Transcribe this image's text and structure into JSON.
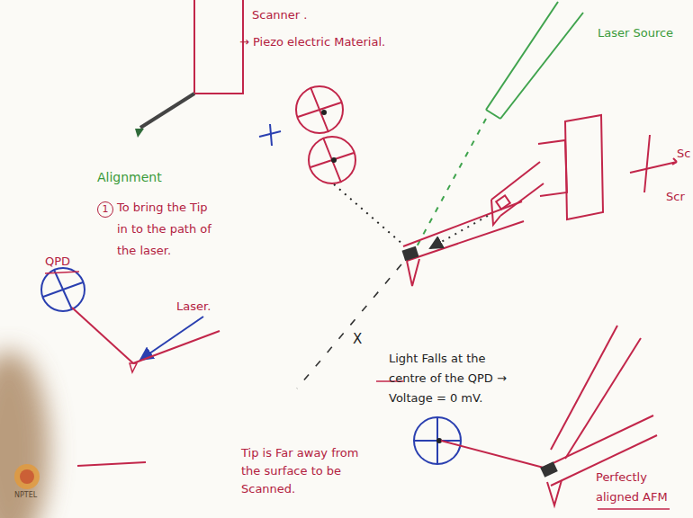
{
  "diagram": {
    "labels": [
      "Scanner .",
      "→ Piezo electric Material.",
      "Laser Source",
      "Sc",
      "Scr",
      "Alignment",
      "1",
      "To bring the Tip in to the path of the laser.",
      "QPD",
      "Laser.",
      "X",
      "Light Falls at the centre of the QPD → Voltage = 0 mV.",
      "Tip is Far away from the surface to be Scanned.",
      "Perfectly aligned AFM",
      "NPTEL"
    ]
  }
}
